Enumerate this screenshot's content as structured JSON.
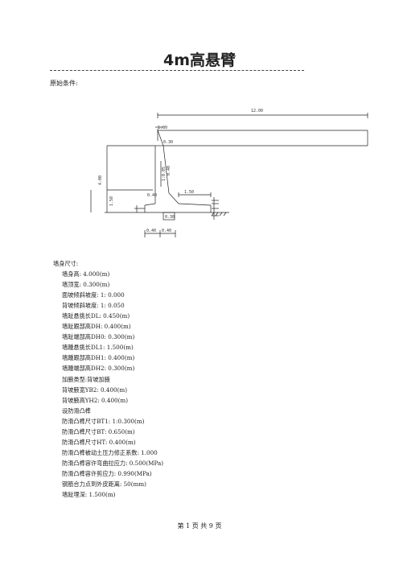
{
  "title": "4m高悬臂",
  "section_label": "原始条件:",
  "drawing": {
    "dims": {
      "top_length": "12.00",
      "left_height": "4.00",
      "lower_height": "1.50",
      "toe_length": "1.50",
      "bottom_left": "0.40",
      "bottom_right": "0.40",
      "top_width": "0.30",
      "top_small": "1:00",
      "stem_label_a": "1:0.05",
      "stem_label_b": "0.40",
      "heel_a": "0.40",
      "heel_b": "0.30"
    }
  },
  "params": {
    "heading": "墙身尺寸:",
    "items": [
      "墙身高: 4.000(m)",
      "墙顶宽: 0.300(m)",
      "面坡倾斜坡度: 1: 0.000",
      "背坡倾斜坡度: 1: 0.050",
      "墙趾悬挑长DL: 0.450(m)",
      "墙趾跟部高DH: 0.400(m)",
      "墙趾端部高DH0: 0.300(m)",
      "墙踵悬挑长DL1: 1.500(m)",
      "墙踵跟部高DH1: 0.400(m)",
      "墙踵端部高DH2: 0.300(m)",
      "加腋类型:背坡加腋",
      "背坡腋宽YB2: 0.400(m)",
      "背坡腋高YH2: 0.400(m)",
      "设防滑凸榫",
      "防滑凸榫尺寸BT1: 1:0.300(m)",
      "防滑凸榫尺寸BT: 0.650(m)",
      "防滑凸榫尺寸HT: 0.400(m)",
      "防滑凸榫被动土压力修正系数: 1.000",
      "防滑凸榫容许弯曲拉应力: 0.500(MPa)",
      "防滑凸榫容许剪应力: 0.990(MPa)",
      "钢筋合力点到外皮距离: 50(mm)",
      "墙趾埋深: 1.500(m)"
    ]
  },
  "footer": "第 1 页 共 9 页"
}
